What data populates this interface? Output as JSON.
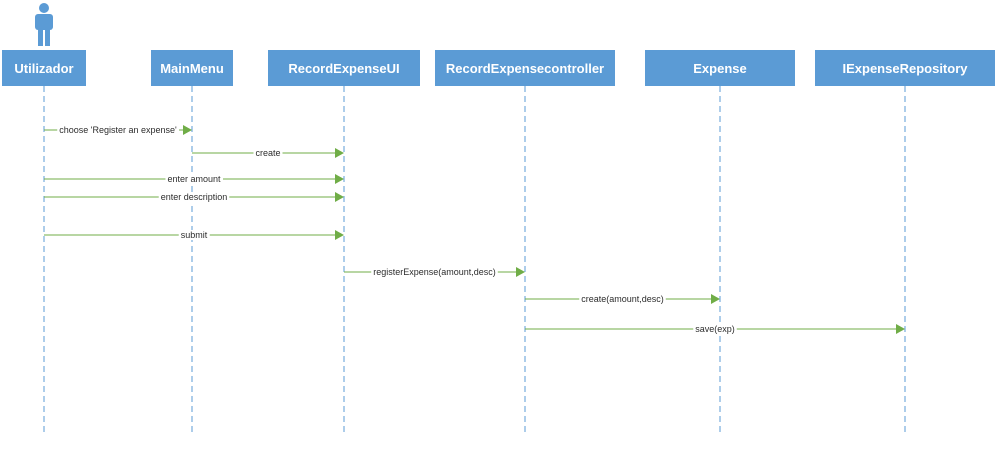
{
  "diagram": {
    "type": "sequence",
    "colors": {
      "participant_fill": "#5b9bd5",
      "participant_text": "#ffffff",
      "lifeline": "#5b9bd5",
      "message": "#70ad47",
      "message_text": "#2d2d2d"
    },
    "actor_icon": "stick-figure-icon",
    "participants": [
      {
        "id": "utilizador",
        "label": "Utilizador",
        "is_actor": true
      },
      {
        "id": "mainmenu",
        "label": "MainMenu"
      },
      {
        "id": "recordexpenseui",
        "label": "RecordExpenseUI"
      },
      {
        "id": "recordexpensecontroller",
        "label": "RecordExpensecontroller"
      },
      {
        "id": "expense",
        "label": "Expense"
      },
      {
        "id": "iexpenserepository",
        "label": "IExpenseRepository"
      }
    ],
    "messages": [
      {
        "from": "utilizador",
        "to": "mainmenu",
        "label": "choose 'Register an expense'"
      },
      {
        "from": "mainmenu",
        "to": "recordexpenseui",
        "label": "create"
      },
      {
        "from": "utilizador",
        "to": "recordexpenseui",
        "label": "enter amount"
      },
      {
        "from": "utilizador",
        "to": "recordexpenseui",
        "label": "enter description"
      },
      {
        "from": "utilizador",
        "to": "recordexpenseui",
        "label": "submit"
      },
      {
        "from": "recordexpenseui",
        "to": "recordexpensecontroller",
        "label": "registerExpense(amount,desc)"
      },
      {
        "from": "recordexpensecontroller",
        "to": "expense",
        "label": "create(amount,desc)"
      },
      {
        "from": "recordexpensecontroller",
        "to": "iexpenserepository",
        "label": "save(exp)"
      }
    ]
  }
}
